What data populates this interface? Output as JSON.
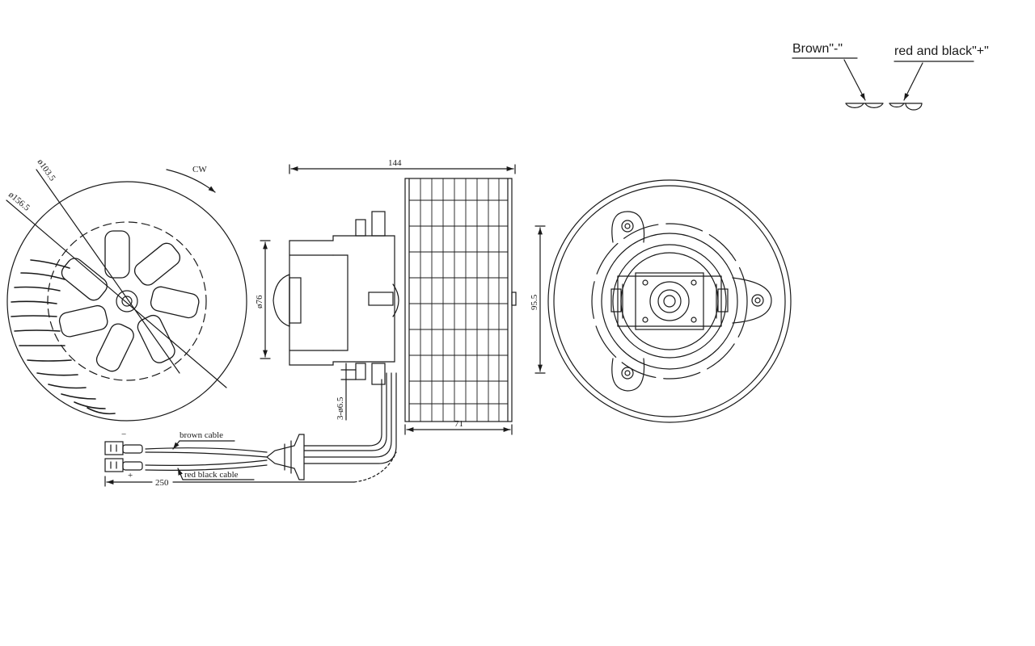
{
  "legend": {
    "negative_label": "Brown\"-\"",
    "positive_label": "red and black\"+\""
  },
  "front_view": {
    "dia_outer": "ø156.5",
    "dia_inner": "ø103.5",
    "rotation": "CW"
  },
  "side_view": {
    "overall_length": "144",
    "motor_dia": "ø76",
    "wheel_height": "95.5",
    "wheel_width": "71",
    "mount_holes": "3-ø6.5"
  },
  "cable": {
    "brown_label": "brown cable",
    "red_black_label": "red black cable",
    "length": "250",
    "minus_sign": "−",
    "plus_sign": "+"
  }
}
